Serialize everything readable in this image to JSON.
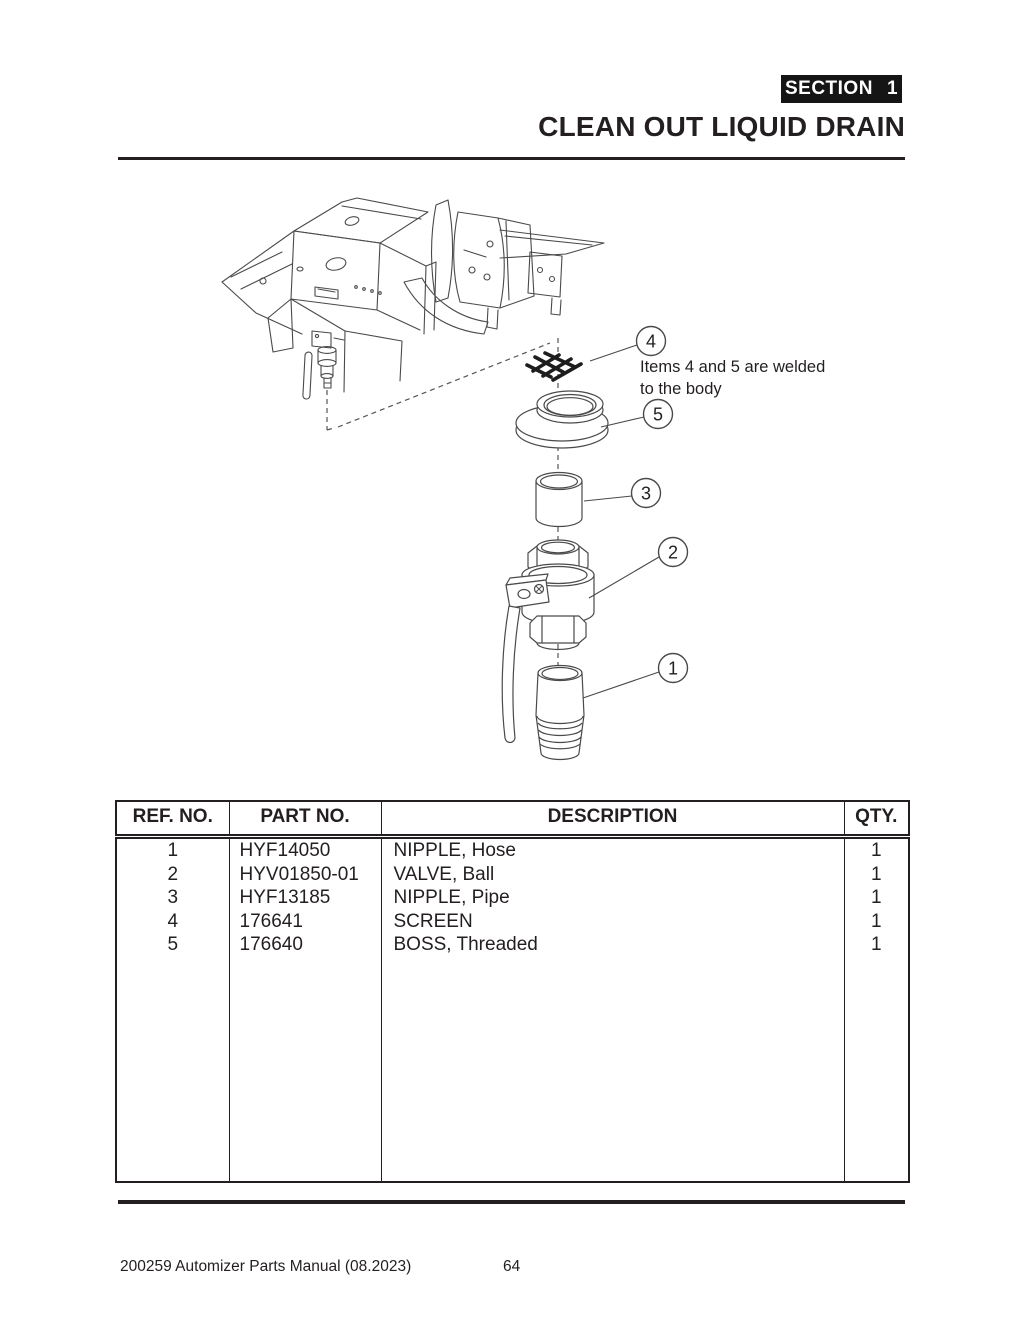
{
  "page": {
    "section_label": "SECTION",
    "section_number": "1",
    "title": "CLEAN OUT LIQUID DRAIN",
    "footer_left": "200259 Automizer Parts Manual (08.2023)",
    "footer_page": "64"
  },
  "diagram": {
    "note": "Items 4 and 5 are welded\nto the body",
    "callouts": [
      "1",
      "2",
      "3",
      "4",
      "5"
    ]
  },
  "table": {
    "headers": [
      "REF. NO.",
      "PART NO.",
      "DESCRIPTION",
      "QTY."
    ],
    "rows": [
      {
        "ref": "1",
        "part": "HYF14050",
        "desc": "NIPPLE, Hose",
        "qty": "1"
      },
      {
        "ref": "2",
        "part": "HYV01850-01",
        "desc": "VALVE, Ball",
        "qty": "1"
      },
      {
        "ref": "3",
        "part": "HYF13185",
        "desc": "NIPPLE, Pipe",
        "qty": "1"
      },
      {
        "ref": "4",
        "part": "176641",
        "desc": "SCREEN",
        "qty": "1"
      },
      {
        "ref": "5",
        "part": "176640",
        "desc": "BOSS, Threaded",
        "qty": "1"
      }
    ]
  },
  "colors": {
    "ink": "#231f20",
    "line_art": "#4a4a4a",
    "badge_bg": "#151515",
    "badge_text": "#ffffff"
  }
}
